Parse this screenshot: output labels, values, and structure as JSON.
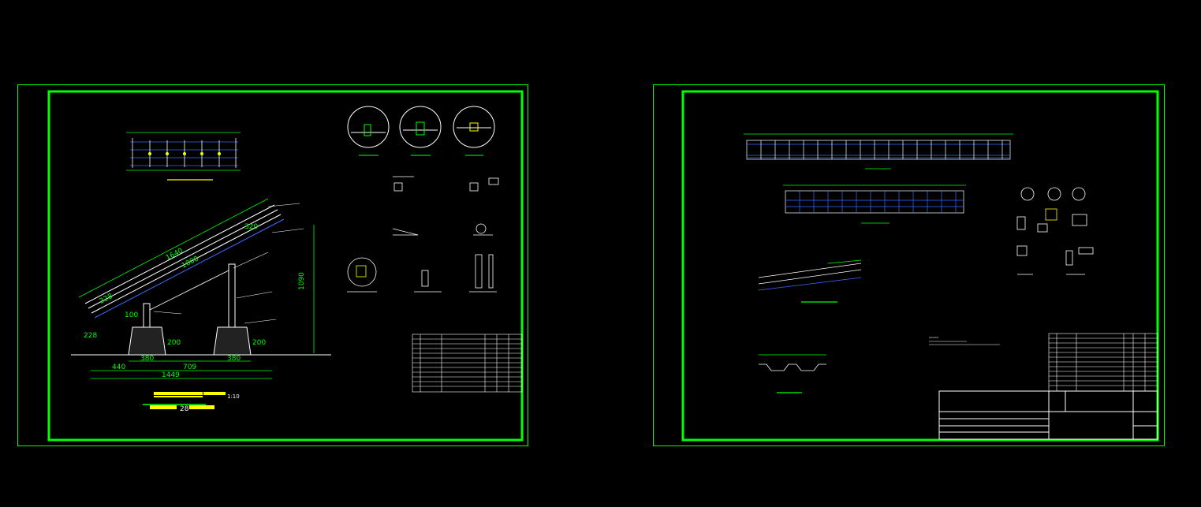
{
  "colors": {
    "background": "#000000",
    "frame": "#00ff00",
    "line": "#ffffff",
    "dimension": "#00ff00",
    "accent_yellow": "#ffff00",
    "accent_blue": "#3b6cff",
    "accent_cyan": "#00ffff"
  },
  "sheet1": {
    "dimensions": {
      "d320": "320",
      "d1640": "1640",
      "d1000": "1000",
      "d1090": "1090",
      "d228a": "228",
      "d228b": "228",
      "d100": "100",
      "d200a": "200",
      "d200b": "200",
      "d380a": "380",
      "d380b": "380",
      "d440": "440",
      "d709": "709",
      "d1449": "1449"
    },
    "title_scale": "1:10",
    "note_number": "28"
  },
  "sheet2": {}
}
